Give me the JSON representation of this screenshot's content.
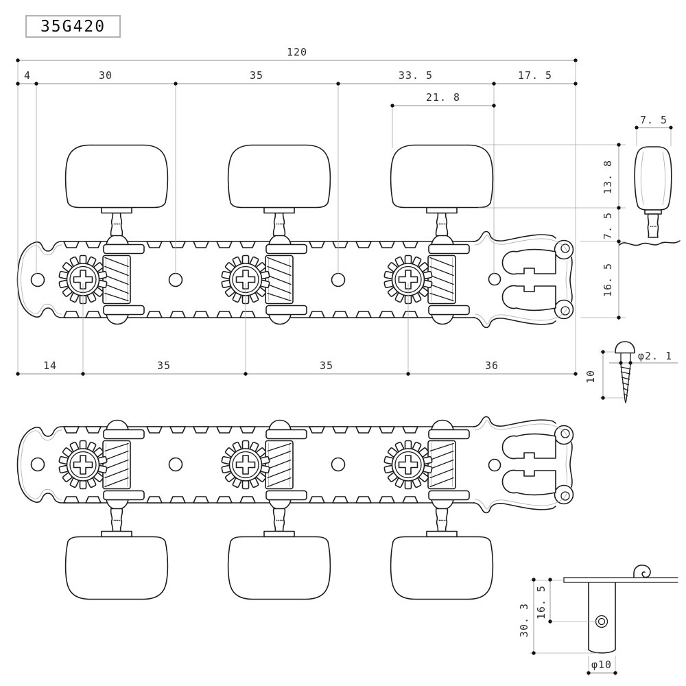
{
  "title": "35G420",
  "dims": {
    "total_length": "120",
    "left_offset": "4",
    "spacing_a": "30",
    "spacing_b": "35",
    "spacing_c": "33. 5",
    "spacing_d": "17. 5",
    "knob_length": "21. 8",
    "knob_height": "13. 8",
    "stem_height": "7. 5",
    "plate_width": "16. 5",
    "post_edge_offset": "14",
    "post_pitch_a": "35",
    "post_pitch_b": "35",
    "post_right_offset": "36",
    "button_width": "7. 5",
    "screw_diameter": "φ2. 1",
    "screw_length": "10",
    "post_overall": "30. 3",
    "post_hole_offset": "16. 5",
    "post_diameter": "φ10"
  },
  "colors": {
    "line": "#1b1b1b",
    "dim_line": "#8c8c8c",
    "text": "#2e2e2e",
    "background": "#ffffff"
  }
}
